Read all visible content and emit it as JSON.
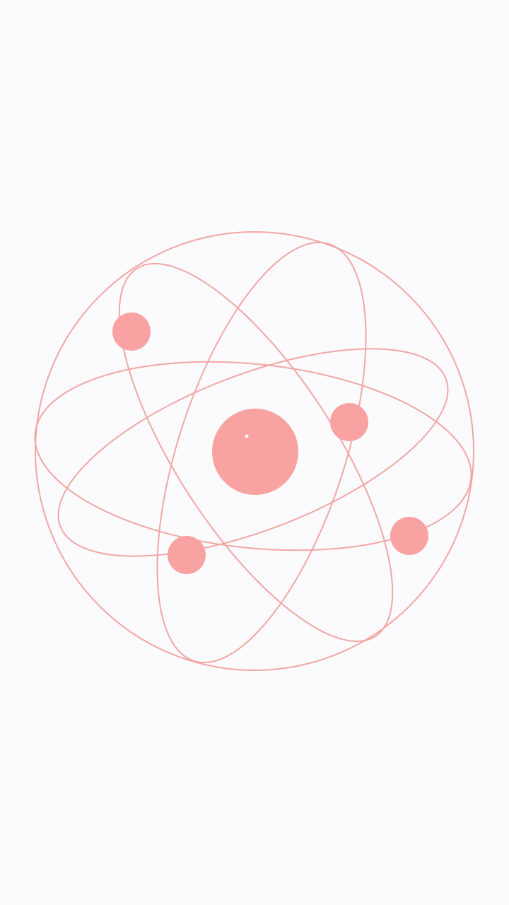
{
  "illustration": {
    "subject": "atom",
    "icon": "atom-icon",
    "colors": {
      "background": "#fbfafd",
      "orbit_stroke": "#f1a7a4",
      "nucleus_fill": "#f8a3a2",
      "electron_fill": "#f8a3a2",
      "highlight": "#ffffff"
    },
    "orbit_count": 4,
    "electron_count": 4
  }
}
